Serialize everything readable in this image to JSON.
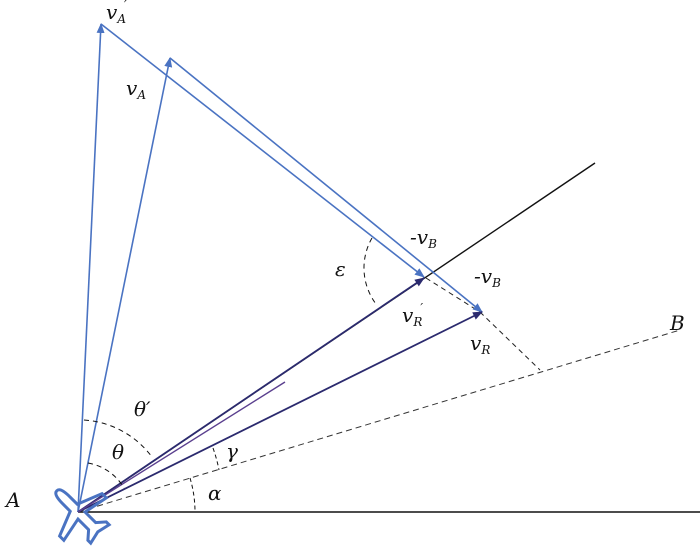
{
  "colors": {
    "blue_vector": "#4a73c2",
    "dark_vector": "#2b2a6e",
    "line": "#111111",
    "plane_outline": "#4a73c2"
  },
  "icons": {
    "aircraft": "aircraft-icon"
  },
  "labels": {
    "point_a": "A",
    "point_b": "B",
    "vA_prime": {
      "base": "v",
      "sub": "A",
      "prime": "′"
    },
    "vA": {
      "base": "v",
      "sub": "A"
    },
    "neg_vB_upper": {
      "base": "-v",
      "sub": "B"
    },
    "neg_vB_lower": {
      "base": "-v",
      "sub": "B"
    },
    "vR_prime": {
      "base": "v",
      "sub": "R",
      "prime": "′"
    },
    "vR": {
      "base": "v",
      "sub": "R"
    },
    "epsilon": "ε",
    "theta_prime": "θ′",
    "theta": "θ",
    "gamma": "γ",
    "alpha": "α"
  }
}
